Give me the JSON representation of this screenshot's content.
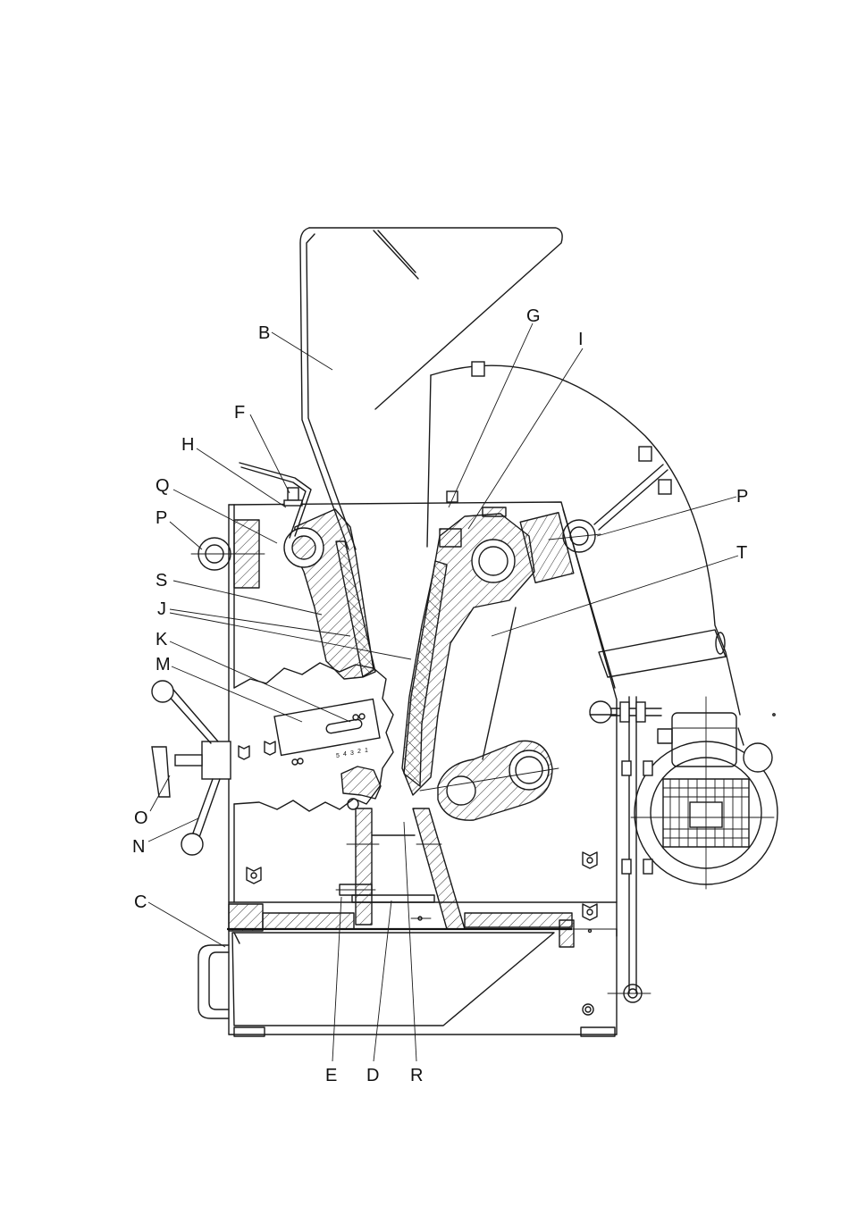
{
  "labels": {
    "B": "B",
    "F": "F",
    "H": "H",
    "Q": "Q",
    "P_left": "P",
    "S": "S",
    "J": "J",
    "K": "K",
    "M": "M",
    "O": "O",
    "N": "N",
    "C": "C",
    "E": "E",
    "D": "D",
    "R": "R",
    "G": "G",
    "I": "I",
    "P_right": "P",
    "T": "T"
  },
  "scale_marks": [
    "5",
    "4",
    "3",
    "2",
    "1"
  ],
  "colors": {
    "line": "#1a1a1a",
    "background": "#ffffff"
  }
}
